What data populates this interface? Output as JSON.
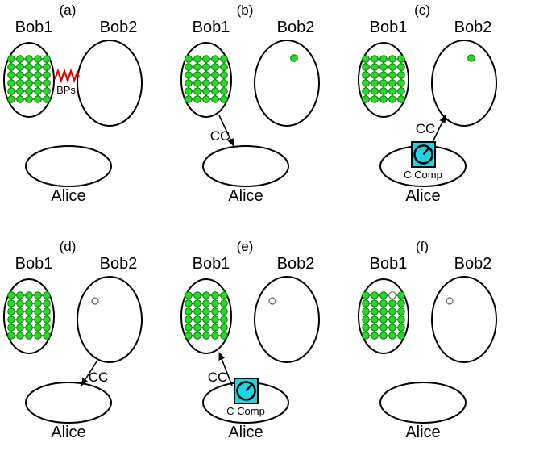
{
  "labels": {
    "bob1": "Bob1",
    "bob2": "Bob2",
    "alice": "Alice",
    "cc": "CC",
    "bps": "BPs",
    "c_comp": "C Comp"
  },
  "panels": [
    {
      "id": "a",
      "label": "(a)"
    },
    {
      "id": "b",
      "label": "(b)"
    },
    {
      "id": "c",
      "label": "(c)"
    },
    {
      "id": "d",
      "label": "(d)"
    },
    {
      "id": "e",
      "label": "(e)"
    },
    {
      "id": "f",
      "label": "(f)"
    }
  ],
  "colors": {
    "qubit": "#22dd22",
    "bell_pair": "#e00000",
    "computer": "#22d3e3"
  }
}
